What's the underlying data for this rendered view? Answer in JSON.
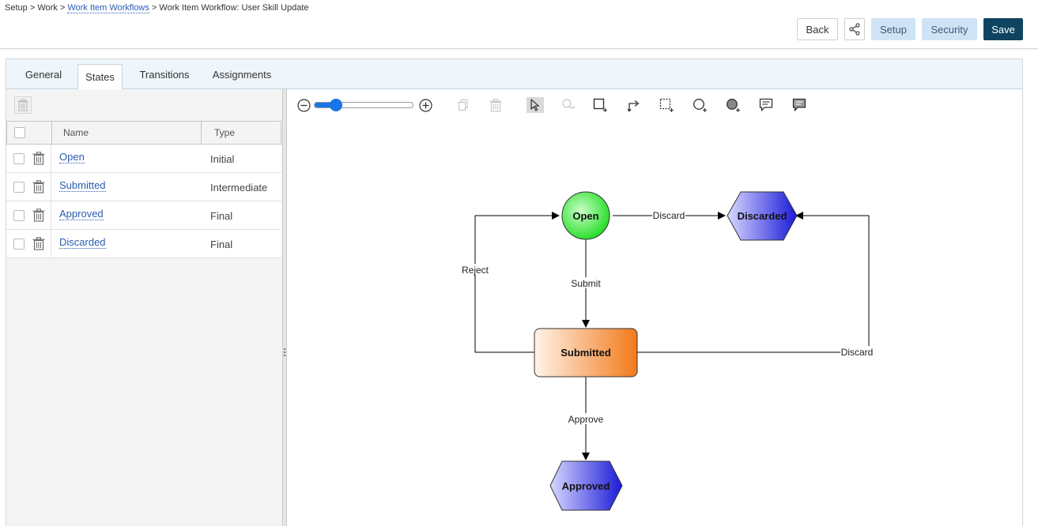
{
  "breadcrumb": {
    "setup": "Setup",
    "sep": ">",
    "work": "Work",
    "workflows": "Work Item Workflows",
    "current": "Work Item Workflow: User Skill Update"
  },
  "actions": {
    "back": "Back",
    "setup": "Setup",
    "security": "Security",
    "save": "Save"
  },
  "tabs": [
    {
      "label": "General",
      "active": false
    },
    {
      "label": "States",
      "active": true
    },
    {
      "label": "Transitions",
      "active": false
    },
    {
      "label": "Assignments",
      "active": false
    }
  ],
  "grid": {
    "headers": {
      "name": "Name",
      "type": "Type"
    },
    "rows": [
      {
        "name": "Open",
        "type": "Initial"
      },
      {
        "name": "Submitted",
        "type": "Intermediate"
      },
      {
        "name": "Approved",
        "type": "Final"
      },
      {
        "name": "Discarded",
        "type": "Final"
      }
    ]
  },
  "diagram": {
    "zoom": 0.22,
    "nodes": {
      "open": "Open",
      "discarded": "Discarded",
      "submitted": "Submitted",
      "approved": "Approved"
    },
    "edges": {
      "open_discard": "Discard",
      "submit": "Submit",
      "reject": "Reject",
      "submitted_discard": "Discard",
      "approve": "Approve"
    }
  },
  "colors": {
    "accent": "#1a73e8",
    "link": "#2a5db0",
    "primary": "#0f4461",
    "light_button": "#cfe3f5"
  }
}
